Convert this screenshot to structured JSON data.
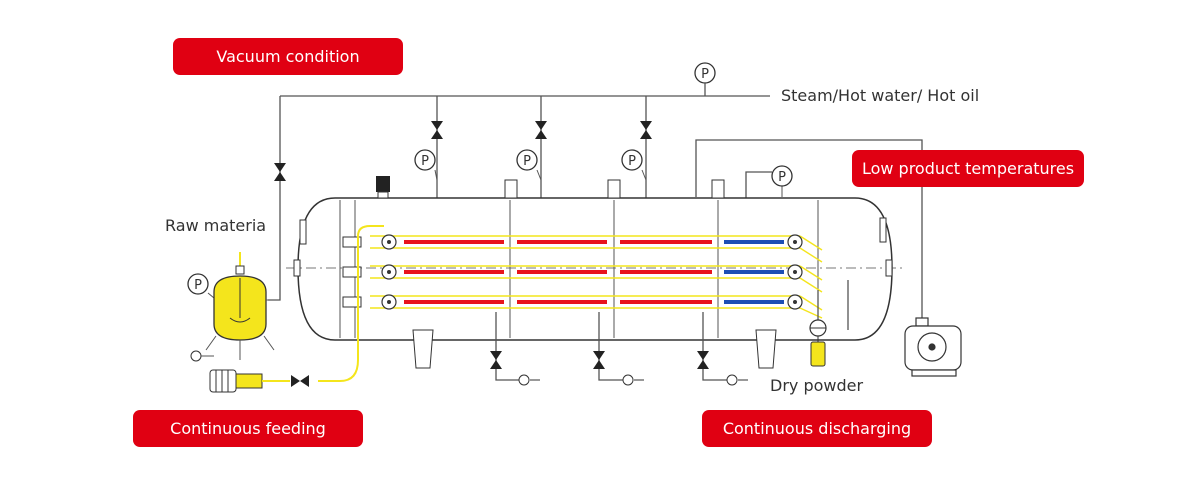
{
  "badges": {
    "vacuum": "Vacuum condition",
    "low_temp": "Low product temperatures",
    "feeding": "Continuous feeding",
    "discharging": "Continuous discharging"
  },
  "labels": {
    "steam": "Steam/Hot water/ Hot oil",
    "raw": "Raw materia",
    "dry": "Dry powder",
    "gauge": "P"
  },
  "colors": {
    "badge": "#e00012",
    "line": "#555555",
    "hot": "#e8141c",
    "cold": "#1c4fb5",
    "feed": "#f4e51c"
  }
}
